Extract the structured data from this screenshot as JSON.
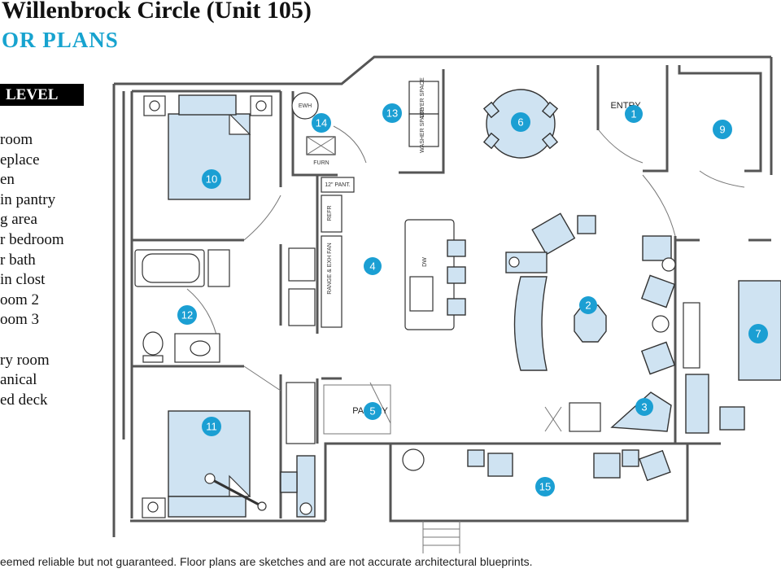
{
  "header": {
    "title": "Willenbrock Circle (Unit 105)",
    "subtitle": "OR PLANS"
  },
  "level_label": "LEVEL",
  "legend": [
    "room",
    "eplace",
    "en",
    "in pantry",
    "g area",
    "r bedroom",
    "r bath",
    "in clost",
    "oom 2",
    "oom 3",
    "",
    "ry room",
    "anical",
    "ed deck"
  ],
  "rooms": [
    {
      "num": "1"
    },
    {
      "num": "2"
    },
    {
      "num": "3"
    },
    {
      "num": "4"
    },
    {
      "num": "5"
    },
    {
      "num": "6"
    },
    {
      "num": "7"
    },
    {
      "num": "9"
    },
    {
      "num": "10"
    },
    {
      "num": "11"
    },
    {
      "num": "12"
    },
    {
      "num": "13"
    },
    {
      "num": "14"
    },
    {
      "num": "15"
    }
  ],
  "plan_labels": {
    "entry": "ENTRY",
    "pantry": "PANTRY",
    "ewh": "EWH",
    "furn": "FURN",
    "dryer": "DRYER SPACE",
    "washer": "WASHER SPACE",
    "refr": "REFR",
    "range": "RANGE & EXH FAN",
    "dw": "DW",
    "pant": "12\" PANT."
  },
  "colors": {
    "accent": "#17a3cf",
    "badge": "#1b9fd3",
    "furniture": "#cfe3f2"
  },
  "footer": {
    "disclaimer": "eemed reliable but not guaranteed. Floor plans are sketches and are not accurate architectural blueprints."
  }
}
